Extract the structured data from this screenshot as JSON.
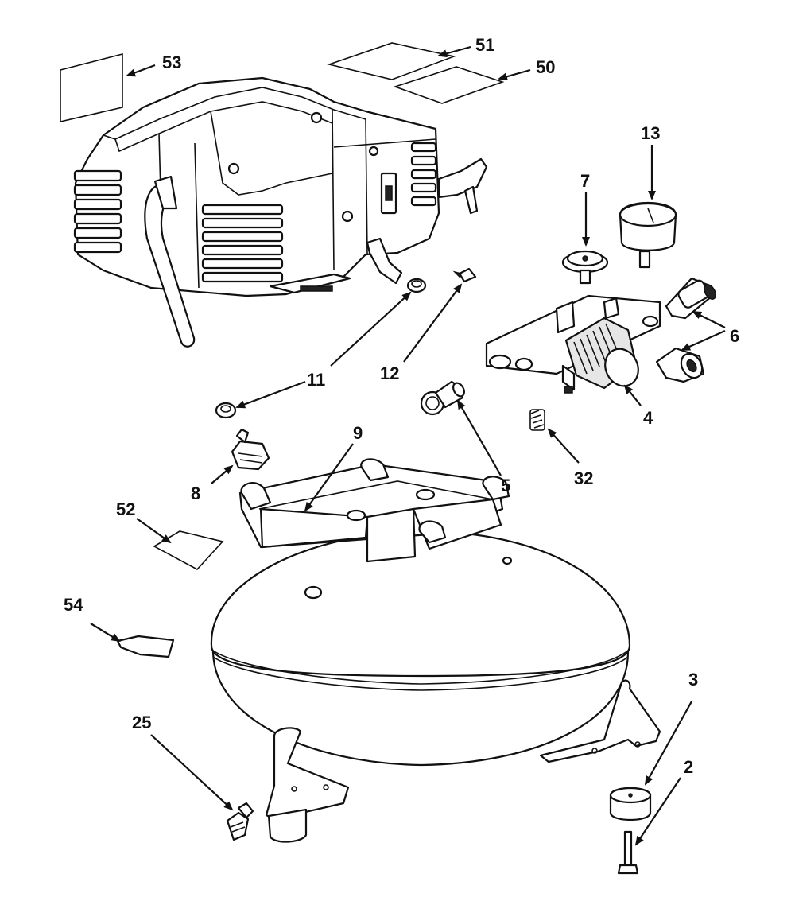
{
  "diagram": {
    "callouts": [
      {
        "id": "53",
        "label": "53",
        "part": "label-sticker"
      },
      {
        "id": "51",
        "label": "51",
        "part": "label-sticker"
      },
      {
        "id": "50",
        "label": "50",
        "part": "label-sticker"
      },
      {
        "id": "13",
        "label": "13",
        "part": "pressure-gauge"
      },
      {
        "id": "7",
        "label": "7",
        "part": "gauge"
      },
      {
        "id": "6",
        "label": "6",
        "part": "quick-coupler"
      },
      {
        "id": "11",
        "label": "11",
        "part": "hose-clamp"
      },
      {
        "id": "12",
        "label": "12",
        "part": "screw"
      },
      {
        "id": "4",
        "label": "4",
        "part": "manifold-regulator"
      },
      {
        "id": "5",
        "label": "5",
        "part": "safety-valve"
      },
      {
        "id": "32",
        "label": "32",
        "part": "spring"
      },
      {
        "id": "9",
        "label": "9",
        "part": "pad"
      },
      {
        "id": "8",
        "label": "8",
        "part": "fitting"
      },
      {
        "id": "52",
        "label": "52",
        "part": "label-sticker"
      },
      {
        "id": "54",
        "label": "54",
        "part": "foot-pad"
      },
      {
        "id": "3",
        "label": "3",
        "part": "rubber-foot"
      },
      {
        "id": "2",
        "label": "2",
        "part": "bolt"
      },
      {
        "id": "25",
        "label": "25",
        "part": "drain-valve"
      }
    ]
  }
}
